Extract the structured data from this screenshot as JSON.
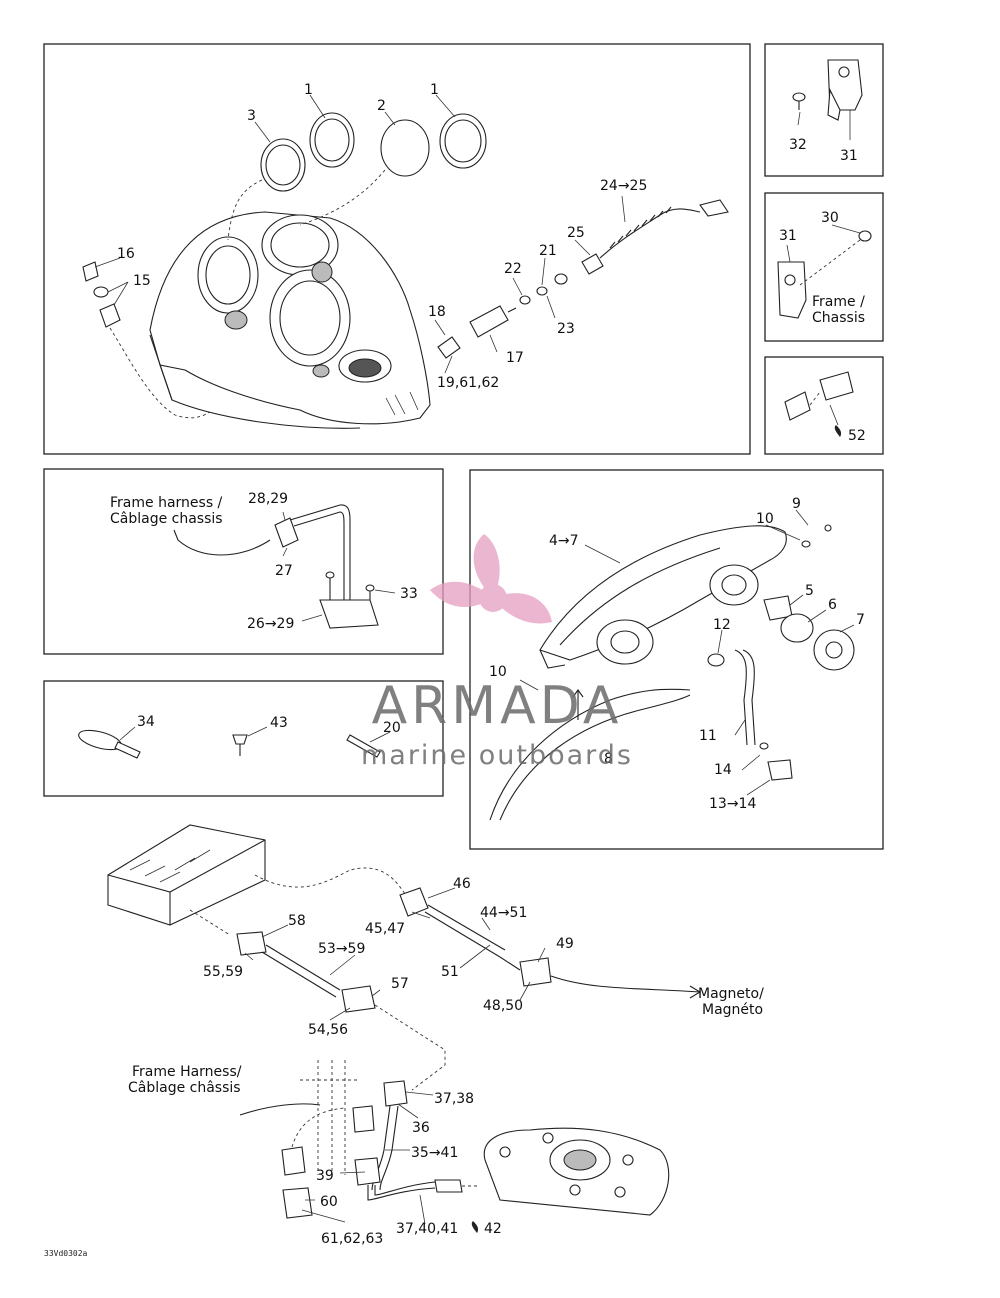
{
  "callouts": {
    "c1a": "1",
    "c2": "2",
    "c1b": "1",
    "c3": "3",
    "c16": "16",
    "c15": "15",
    "c18": "18",
    "c19": "19,61,62",
    "c17": "17",
    "c22": "22",
    "c21": "21",
    "c23": "23",
    "c25": "25",
    "c24": "24→25",
    "c32": "32",
    "c31a": "31",
    "c31b": "31",
    "c30": "30",
    "c52": "52",
    "c28": "28,29",
    "c27": "27",
    "c33": "33",
    "c26": "26→29",
    "c34": "34",
    "c43": "43",
    "c20": "20",
    "c47": "4→7",
    "c9": "9",
    "c10a": "10",
    "c5": "5",
    "c6": "6",
    "c7": "7",
    "c12": "12",
    "c10b": "10",
    "c8": "8",
    "c11": "11",
    "c14": "14",
    "c13": "13→14",
    "c46": "46",
    "c4547": "45,47",
    "c4451": "44→51",
    "c49": "49",
    "c51": "51",
    "c4850": "48,50",
    "c58": "58",
    "c5559": "55,59",
    "c5359": "53→59",
    "c57": "57",
    "c5456": "54,56",
    "c3738": "37,38",
    "c36": "36",
    "c3541": "35→41",
    "c39": "39",
    "c60": "60",
    "c616263": "61,62,63",
    "c374041": "37,40,41",
    "c42": "42"
  },
  "notes": {
    "frame_chassis_1": "Frame /",
    "frame_chassis_2": "Chassis",
    "frame_harness_1": "Frame harness /",
    "frame_harness_2": "Câblage chassis",
    "magneto_1": "Magneto/",
    "magneto_2": "Magnéto",
    "frame_harness_b1": "Frame Harness/",
    "frame_harness_b2": "Câblage châssis"
  },
  "drawing_code": "33Vd0302a",
  "watermark": {
    "brand": "ARMADA",
    "tagline": "marine outboards",
    "colors": {
      "logo": "#e59ec0",
      "text": "#6b6b6b"
    }
  }
}
